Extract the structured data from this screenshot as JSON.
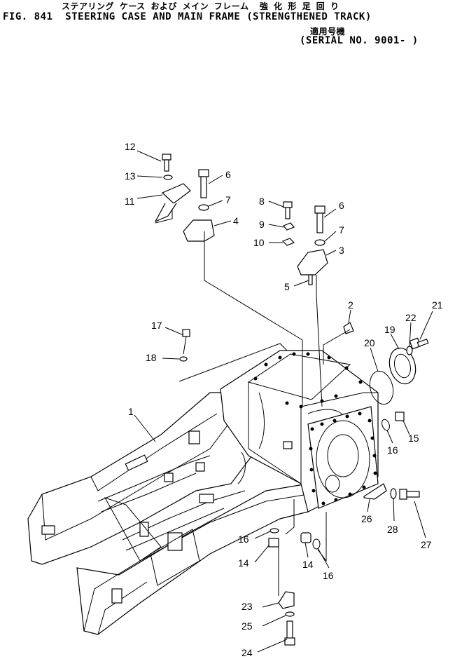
{
  "header": {
    "title_jp": "ステアリング ケース および メイン フレーム  強 化 形 足 回 り",
    "title_en": "FIG. 841  STEERING CASE AND MAIN FRAME (STRENGTHENED TRACK)",
    "applicable_jp": "適用号機",
    "serial": "(SERIAL NO. 9001- )"
  },
  "callouts": [
    "12",
    "13",
    "11",
    "6",
    "7",
    "4",
    "8",
    "9",
    "10",
    "6",
    "7",
    "3",
    "5",
    "2",
    "21",
    "22",
    "19",
    "20",
    "17",
    "18",
    "1",
    "15",
    "16",
    "16",
    "14",
    "14",
    "16",
    "26",
    "28",
    "27",
    "23",
    "25",
    "24"
  ]
}
